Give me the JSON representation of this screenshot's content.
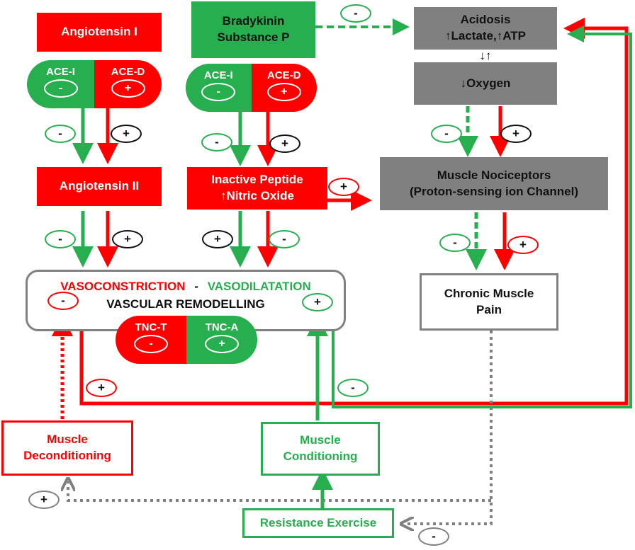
{
  "colors": {
    "red": "#ff0000",
    "green": "#27ae4e",
    "gray": "#808080",
    "black": "#111111"
  },
  "nodes": {
    "angiotensin_1": "Angiotensin I",
    "bradykinin": [
      "Bradykinin",
      "Substance P"
    ],
    "acidosis": [
      "Acidosis",
      "↑Lactate,↑ATP"
    ],
    "exchange": "↓↑",
    "oxygen": "↓Oxygen",
    "angiotensin_2": "Angiotensin II",
    "inactive_peptide": [
      "Inactive Peptide",
      "↑Nitric Oxide"
    ],
    "nociceptors": [
      "Muscle Nociceptors",
      "(Proton-sensing ion Channel)"
    ],
    "chronic_pain": [
      "Chronic Muscle",
      "Pain"
    ],
    "deconditioning": [
      "Muscle",
      "Deconditioning"
    ],
    "conditioning": [
      "Muscle",
      "Conditioning"
    ],
    "resistance_exercise": "Resistance Exercise"
  },
  "vascular": {
    "vasoconstriction": "VASOCONSTRICTION",
    "dash": "-",
    "vasodilatation": "VASODILATATION",
    "remodelling": "VASCULAR REMODELLING"
  },
  "pills": {
    "ace_left": {
      "a": "ACE-I",
      "a_sign": "-",
      "b": "ACE-D",
      "b_sign": "+"
    },
    "ace_mid": {
      "a": "ACE-I",
      "a_sign": "-",
      "b": "ACE-D",
      "b_sign": "+"
    },
    "tnc": {
      "a": "TNC-T",
      "a_sign": "-",
      "b": "TNC-A",
      "b_sign": "+"
    }
  },
  "signs": {
    "brady_acid": "-",
    "ang1_minus": "-",
    "ang1_plus": "+",
    "brady_minus": "-",
    "brady_plus": "+",
    "ang2_minus": "-",
    "ang2_plus": "+",
    "inact_plus": "+",
    "inact_minus": "-",
    "inact_noci": "+",
    "oxy_minus": "-",
    "oxy_plus": "+",
    "noci_minus": "-",
    "noci_plus": "+",
    "vasc_minus": "-",
    "vasc_plus": "+",
    "loop_red": "+",
    "loop_green": "-",
    "decon_plus": "+",
    "pain_minus": "-"
  }
}
